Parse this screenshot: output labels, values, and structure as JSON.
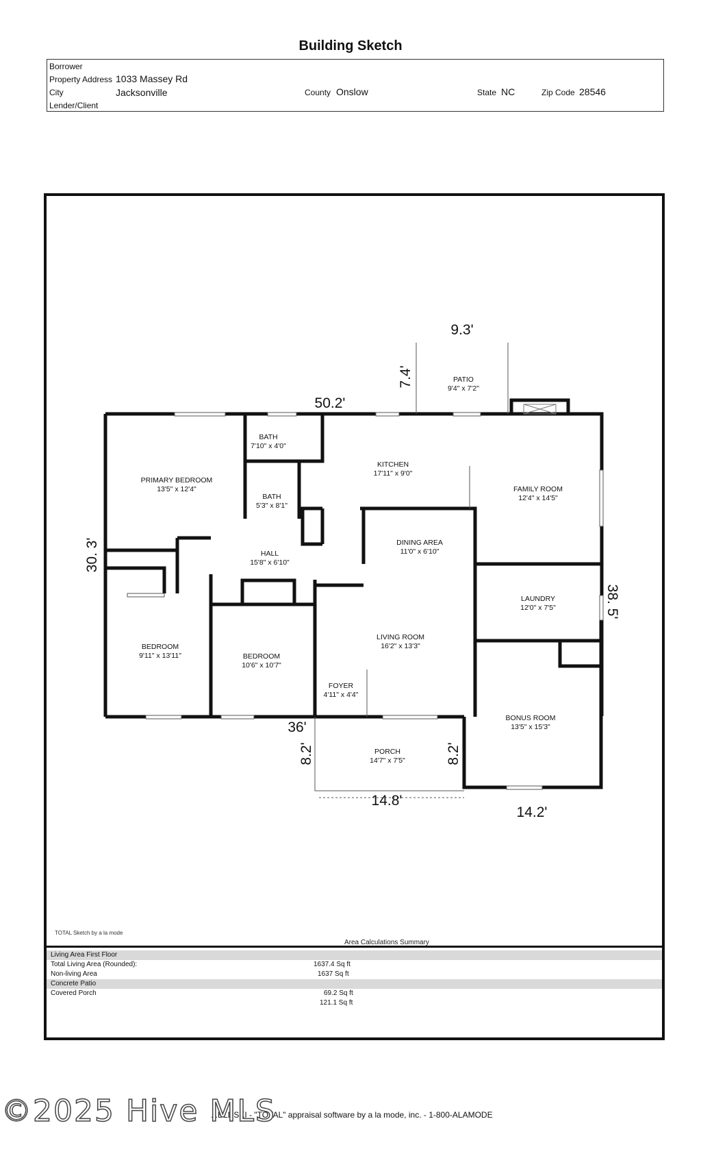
{
  "title": "Building Sketch",
  "header": {
    "borrower_label": "Borrower",
    "property_address_label": "Property Address",
    "property_address": "1033 Massey Rd",
    "city_label": "City",
    "city": "Jacksonville",
    "county_label": "County",
    "county": "Onslow",
    "state_label": "State",
    "state": "NC",
    "zip_label": "Zip Code",
    "zip": "28546",
    "lender_label": "Lender/Client"
  },
  "rooms": [
    {
      "name": "PATIO",
      "size": "9'4\" x 7'2\""
    },
    {
      "name": "BATH",
      "size": "7'10\" x 4'0\""
    },
    {
      "name": "KITCHEN",
      "size": "17'11\" x 9'0\""
    },
    {
      "name": "PRIMARY BEDROOM",
      "size": "13'5\" x 12'4\""
    },
    {
      "name": "BATH",
      "size": "5'3\" x 8'1\""
    },
    {
      "name": "FAMILY ROOM",
      "size": "12'4\" x 14'5\""
    },
    {
      "name": "DINING AREA",
      "size": "11'0\" x 6'10\""
    },
    {
      "name": "HALL",
      "size": "15'8\" x 6'10\""
    },
    {
      "name": "LAUNDRY",
      "size": "12'0\" x 7'5\""
    },
    {
      "name": "LIVING ROOM",
      "size": "16'2\" x 13'3\""
    },
    {
      "name": "BEDROOM",
      "size": "9'11\" x 13'11\""
    },
    {
      "name": "BEDROOM",
      "size": "10'6\" x 10'7\""
    },
    {
      "name": "FOYER",
      "size": "4'11\" x 4'4\""
    },
    {
      "name": "BONUS ROOM",
      "size": "13'5\" x 15'3\""
    },
    {
      "name": "PORCH",
      "size": "14'7\" x 7'5\""
    }
  ],
  "dimensions": {
    "patio_width": "9.3'",
    "patio_depth": "7.4'",
    "top": "50.2'",
    "left": "30. 3'",
    "right": "38. 5'",
    "bottom": "36'",
    "porch_left": "8.2'",
    "porch_right": "8.2'",
    "porch_width": "14.8'",
    "bonus_width": "14.2'"
  },
  "sketch_credit": "TOTAL Sketch by a la mode",
  "summary": {
    "title": "Area Calculations Summary",
    "rows": [
      {
        "label": "Living Area First Floor",
        "value": ""
      },
      {
        "label": "Total Living Area (Rounded):",
        "value": "1637.4 Sq ft"
      },
      {
        "label": "Non-living Area",
        "value": "1637 Sq ft"
      },
      {
        "label": "Concrete Patio",
        "value": ""
      },
      {
        "label": "Covered Porch",
        "value": "69.2 Sq ft"
      },
      {
        "label": "",
        "value": "121.1 Sq ft"
      }
    ]
  },
  "footer": "...BLDSKI - \"TOTAL\" appraisal software by a la mode, inc. - 1-800-ALAMODE",
  "watermark": "©2025 Hive MLS"
}
